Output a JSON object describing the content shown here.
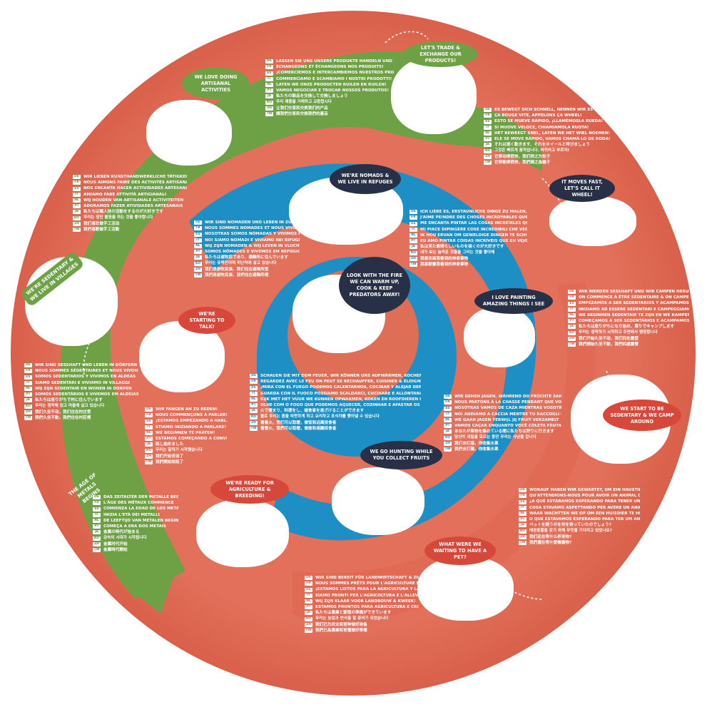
{
  "colors": {
    "outer_ring": "#e2705a",
    "green_path": "#6ea146",
    "blue_path": "#1d8fc4",
    "inner_disc": "#de6e55",
    "bubble_dark": "#273046",
    "bubble_red": "#d8483a"
  },
  "bubbles": {
    "trade": "LET'S TRADE & EXCHANGE OUR PRODUCTS!",
    "artisanal": "WE LOVE DOING ARTISANAL ACTIVITIES",
    "wheel": "IT MOVES FAST, LET'S CALL IT WHEEL!",
    "nomads": "WE'RE NOMADS & WE LIVE IN REFUGES",
    "fire": "LOOK WITH THE FIRE WE CAN WARM UP, COOK & KEEP PREDATORS AWAY!",
    "painting": "I LOVE PAINTING AMAZING THINGS I SEE",
    "talk": "WE'RE STARTING TO TALK!",
    "hunting": "WE GO HUNTING WHILE YOU COLLECT FRUITS",
    "agriculture": "WE'RE READY FOR AGRICULTURE & BREEDING!",
    "pet": "WHAT WERE WE WAITING TO HAVE A PET?",
    "sedentary_camp": "WE START TO BE SEDENTARY & WE CAMP AROUND",
    "villages": "WE'RE SEDENTARY & WE LIVE IN VILLAGES",
    "metals": "THE AGE OF METALS BEGINS"
  },
  "panels": [
    {
      "id": "trade",
      "style": "green",
      "lines": [
        {
          "tag": "DE",
          "text": "LASSEN SIE UNS UNSERE PRODUKTE HANDELN UND TAUSCHEN!"
        },
        {
          "tag": "FR",
          "text": "ÉCHANGEONS ET ÉCHANGEONS NOS PRODUITS!"
        },
        {
          "tag": "ES",
          "text": "¡COMERCIEMOS E INTERCAMBIEMOS NUESTROS PRODUCTOS!"
        },
        {
          "tag": "IT",
          "text": "COMMERCIAMO E SCAMBIAMO I NOSTRI PRODOTTI!"
        },
        {
          "tag": "NL",
          "text": "LATEN WE ONZE PRODUCTEN RUILEN EN RUILEN!"
        },
        {
          "tag": "PT",
          "text": "VAMOS NEGOCIAR E TROCAR NOSSOS PRODUTOS!"
        },
        {
          "tag": "JA",
          "text": "私たちの製品を交換して交換しましょう"
        },
        {
          "tag": "KO",
          "text": "우리 제품을 거래하고 교환합시다"
        },
        {
          "tag": "ZH",
          "text": "让我们交易和交换我们的产品"
        },
        {
          "tag": "TW",
          "text": "讓我們交易和交換我們的產品"
        }
      ]
    },
    {
      "id": "wheel",
      "style": "green",
      "lines": [
        {
          "tag": "DE",
          "text": "ES BEWEGT SICH SCHNELL, NENNEN WIR ES RAD!"
        },
        {
          "tag": "FR",
          "text": "ÇA BOUGE VITE, APPELONS ÇA WHEEL!"
        },
        {
          "tag": "ES",
          "text": "ESTO SE MUEVE RÁPIDO, ¡LLAMÉMOSLA RUEDA!"
        },
        {
          "tag": "IT",
          "text": "SI MUOVE VELOCE, CHIAMIAMOLA RUOTA!"
        },
        {
          "tag": "NL",
          "text": "HET BEWEEGT SNEL, LATEN WE HET WIEL NOEMEN!"
        },
        {
          "tag": "PT",
          "text": "ELE SE MOVE RÁPIDO, VAMOS CHAMÁ-LO DE RODA!"
        },
        {
          "tag": "JA",
          "text": "それは速く動きます、それをホイールと呼びましょう"
        },
        {
          "tag": "KO",
          "text": "그것은 빠르게 움직입니다. 바퀴라고 부르자!"
        },
        {
          "tag": "ZH",
          "text": "它移动得很快，我们称之为轮子"
        },
        {
          "tag": "TW",
          "text": "它移動得很快，我們稱之為輪子"
        }
      ]
    },
    {
      "id": "artisanal",
      "style": "green",
      "lines": [
        {
          "tag": "DE",
          "text": "WIR LIEBEN KUNSTHANDWERKLICHE TÄTIGKEITEN"
        },
        {
          "tag": "FR",
          "text": "NOUS AIMONS FAIRE DES ACTIVITÉS ARTISANALES"
        },
        {
          "tag": "ES",
          "text": "NOS ENCANTA HACER ACTIVIDADES ARTESANALES"
        },
        {
          "tag": "IT",
          "text": "AMIAMO FARE ATTIVITÀ ARTIGIANALI"
        },
        {
          "tag": "NL",
          "text": "WIJ HOUDEN VAN ARTISANALE ACTIVITEITEN"
        },
        {
          "tag": "PT",
          "text": "ADORAMOS FAZER ATIVIDADES ARTESANAIS"
        },
        {
          "tag": "JA",
          "text": "私たちは職人技の活動をするのが大好きです"
        },
        {
          "tag": "KO",
          "text": "우리는 장인 활동을 하는 것을 좋아합니다"
        },
        {
          "tag": "ZH",
          "text": "我们喜欢做手工活动"
        },
        {
          "tag": "TW",
          "text": "我們喜歡做手工活動"
        }
      ]
    },
    {
      "id": "nomads",
      "style": "blue",
      "lines": [
        {
          "tag": "DE",
          "text": "WIR SIND NOMADEN UND LEBEN IN ZUFLUCHTEN"
        },
        {
          "tag": "FR",
          "text": "NOUS SOMMES NOMADES ET NOUS VIVONS DANS DES REFUGES"
        },
        {
          "tag": "ES",
          "text": "NOSOTRAS SOMOS NÓMADAS Y VIVIMOS EN REFUGIOS"
        },
        {
          "tag": "IT",
          "text": "NOI SIAMO NOMADI E VIVIAMO NEI RIFUGI"
        },
        {
          "tag": "NL",
          "text": "WIJ ZIJN NOMADEN & WIJ LEVEN IN VLUCHTEN"
        },
        {
          "tag": "PT",
          "text": "SOMOS NÔMADES E VIVEMOS EM REFÚGIOS"
        },
        {
          "tag": "JA",
          "text": "私たちは遊牧民であり、避難所に住んでいます"
        },
        {
          "tag": "KO",
          "text": "우리는 유목민이며 피난처에 살고 있습니다"
        },
        {
          "tag": "ZH",
          "text": "我们是游牧民族，我们住在避难所里"
        },
        {
          "tag": "TW",
          "text": "我們是遊牧民族，我們住在避難所裡"
        }
      ]
    },
    {
      "id": "painting",
      "style": "blue",
      "lines": [
        {
          "tag": "DE",
          "text": "ICH LIEBE ES, ERSTAUNLICHE DINGE ZU MALEN, DIE ICH SEHE"
        },
        {
          "tag": "FR",
          "text": "J'AIME PEINDRE DES CHOSES INCROYABLES QUE JE VOIS"
        },
        {
          "tag": "ES",
          "text": "ME ENCANTA PINTAR LAS COSAS INCREÍBLES QUE VEO"
        },
        {
          "tag": "IT",
          "text": "MI PIACE DIPINGERE COSE INCREDIBILI CHE VEDO"
        },
        {
          "tag": "NL",
          "text": "IK HOU ERVAN OM GEWELDIGE DINGEN TE SCHILDEREN DIE IK ZIE"
        },
        {
          "tag": "PT",
          "text": "EU AMO PINTAR COISAS INCRÍVEIS QUE EU VEJO"
        },
        {
          "tag": "JA",
          "text": "私は見た素晴らしいものを描くのが大好きです"
        },
        {
          "tag": "KO",
          "text": "내가 보는 놀라운 것들을 그리는 것을 좋아해"
        },
        {
          "tag": "ZH",
          "text": "我喜欢画我看到的神奇事物"
        },
        {
          "tag": "TW",
          "text": "我喜歡畫我看到的神奇事物"
        }
      ]
    },
    {
      "id": "sedentary_camp",
      "style": "orange",
      "lines": [
        {
          "tag": "DE",
          "text": "WIR WERDEN SESSHAFT UND WIR CAMPEN HERUM"
        },
        {
          "tag": "FR",
          "text": "ON COMMENCE À ÊTRE SÉDENTAIRE & ON CAMPE AUTOUR"
        },
        {
          "tag": "ES",
          "text": "EMPEZAMOS A SER SEDENTARIOS Y ACAMPAMOS POR AHÍ"
        },
        {
          "tag": "IT",
          "text": "INIZIAMO AD ESSERE SEDENTARI E CAMPEGGIAMO IN GIRO"
        },
        {
          "tag": "NL",
          "text": "WE BEGINNEN SEDENTAIR TE ZIJN EN WE KAMPEREN ROND"
        },
        {
          "tag": "PT",
          "text": "COMEÇAMOS A SER SEDENTÁRIOS E ACAMPAMOS AO REDOR"
        },
        {
          "tag": "JA",
          "text": "私たちは座りがちになり始め、周りでキャンプします"
        },
        {
          "tag": "KO",
          "text": "우리는 정착하기 시작하고 주변에서 캠핑합니다"
        },
        {
          "tag": "ZH",
          "text": "我们开始久坐不动，我们四处露营"
        },
        {
          "tag": "TW",
          "text": "我們開始久坐不動，我們四處露營"
        }
      ]
    },
    {
      "id": "villages",
      "style": "green",
      "lines": [
        {
          "tag": "DE",
          "text": "WIR SIND SESSHAFT UND LEBEN IN DÖRFERN"
        },
        {
          "tag": "FR",
          "text": "NOUS SOMMES SÉDENTAIRES ET NOUS VIVONS DANS DES VILLAGES"
        },
        {
          "tag": "ES",
          "text": "SOMOS SEDENTARIOS Y VIVIMOS EN ALDEAS"
        },
        {
          "tag": "IT",
          "text": "SIAMO SEDENTARI E VIVIAMO IN VILLAGGI"
        },
        {
          "tag": "NL",
          "text": "WIJ ZIJN SEDENTAIR EN WONEN IN DORPEN"
        },
        {
          "tag": "PT",
          "text": "SOMOS SEDENTÁRIOS E VIVEMOS EM ALDEIAS"
        },
        {
          "tag": "JA",
          "text": "私たちは座りがちで村に住んでいます"
        },
        {
          "tag": "KO",
          "text": "우리는 정착해 있고 마을에 살고 있습니다"
        },
        {
          "tag": "ZH",
          "text": "我们久坐不动，我们住在村庄里"
        },
        {
          "tag": "TW",
          "text": "我們久坐不動，我們住在村莊裡"
        }
      ]
    },
    {
      "id": "fire",
      "style": "blue",
      "lines": [
        {
          "tag": "DE",
          "text": "SCHAUEN SIE MIT DEM FEUER, WIR KÖNNEN UNS AUFWÄRMEN, KOCHEN UND RAUBTIERE FERNHALTEN!"
        },
        {
          "tag": "FR",
          "text": "REGARDEZ AVEC LE FEU ON PEUT SE RÉCHAUFFER, CUISINER & ÉLOIGNER LES PRÉDATEURS !"
        },
        {
          "tag": "ES",
          "text": "¡MIRA CON EL FUEGO PODEMOS CALENTARNOS, COCINAR Y ALEJAR DEPREDADORES!"
        },
        {
          "tag": "IT",
          "text": "GUARDA CON IL FUOCO POSSIAMO SCALDARCI, CUCINARE E ALLONTANARE I PREDATORI!"
        },
        {
          "tag": "NL",
          "text": "KIJK MET HET VUUR WE KUNNEN OPWARMEN, KOKEN EN ROOFDIEREN OP AFSTAND HOUDEN!"
        },
        {
          "tag": "PT",
          "text": "OLHE COM O FOGO QUE PODEMOS AQUECER, COZINHAR E AFASTAR OS PREDADORES!"
        },
        {
          "tag": "JA",
          "text": "火で暖まり、料理をし、捕食者を遠ざけることができます"
        },
        {
          "tag": "KO",
          "text": "불로 우리는 몸을 따뜻하게 하고 요리하고 포식자를 쫓아낼 수 있습니다"
        },
        {
          "tag": "ZH",
          "text": "看着火，我们可以取暖，做饭和远离掠食者"
        },
        {
          "tag": "TW",
          "text": "看著火，我們可以取暖，做飯和遠離掠食者"
        }
      ]
    },
    {
      "id": "talk",
      "style": "orange",
      "lines": [
        {
          "tag": "DE",
          "text": "WIR FANGEN AN ZU REDEN!"
        },
        {
          "tag": "FR",
          "text": "NOUS COMMENÇONS À PARLER!"
        },
        {
          "tag": "ES",
          "text": "¡ESTAMOS EMPEZANDO A HABLAR!"
        },
        {
          "tag": "IT",
          "text": "STIAMO INIZIANDO A PARLARE!"
        },
        {
          "tag": "NL",
          "text": "WE BEGINNEN TE PRATEN!"
        },
        {
          "tag": "PT",
          "text": "ESTAMOS COMEÇANDO A CONVERSAR!"
        },
        {
          "tag": "JA",
          "text": "話し始めました"
        },
        {
          "tag": "KO",
          "text": "우리는 말하기 시작했습니다"
        },
        {
          "tag": "ZH",
          "text": "我们开始说话了"
        },
        {
          "tag": "TW",
          "text": "我們開始說話了"
        }
      ]
    },
    {
      "id": "hunting",
      "style": "blue",
      "lines": [
        {
          "tag": "DE",
          "text": "WIR GEHEN JAGEN, WÄHREND DU FRÜCHTE SAMMELST"
        },
        {
          "tag": "FR",
          "text": "NOUS PARTONS À LA CHASSE PENDANT QUE VOUS RAMASSEZ DES FRUITS"
        },
        {
          "tag": "ES",
          "text": "NOSOTRAS VAMOS DE CAZA MIENTRAS VOSOTROS RECOGÉIS FRUTOS"
        },
        {
          "tag": "IT",
          "text": "NOI ANDIAMO A CACCIA MENTRE TU RACCOGLI FRUTTI"
        },
        {
          "tag": "NL",
          "text": "WE GAAN JAGEN TERWIJL JIJ FRUIT VERZAMELT"
        },
        {
          "tag": "PT",
          "text": "VAMOS CAÇAR ENQUANTO VOCÊ COLETA FRUTAS"
        },
        {
          "tag": "JA",
          "text": "あなたが果物を集めている間に私たちは狩りに行きます"
        },
        {
          "tag": "KO",
          "text": "당신이 과일을 모으는 동안 우리는 사냥을 갑니다"
        },
        {
          "tag": "ZH",
          "text": "我们去打猎，你收集水果"
        },
        {
          "tag": "TW",
          "text": "我們去打獵，你收集水果"
        }
      ]
    },
    {
      "id": "pet",
      "style": "orange",
      "lines": [
        {
          "tag": "DE",
          "text": "WORAUF HABEN WIR GEWARTET, UM EIN HAUSTIER ZU HABEN?"
        },
        {
          "tag": "FR",
          "text": "QU'ATTENDIONS-NOUS POUR AVOIR UN ANIMAL DE COMPAGNIE?"
        },
        {
          "tag": "ES",
          "text": "¿A QUÉ ESTÁBAMOS ESPERANDO PARA TENER UNA MASCOTA?"
        },
        {
          "tag": "IT",
          "text": "COSA STAVAMO ASPETTANDO PER AVERE UN ANIMALE DOMESTICO?"
        },
        {
          "tag": "NL",
          "text": "WAAR WACHTTEN WE OP OM EEN HUISDIER TE HEBBEN?"
        },
        {
          "tag": "PT",
          "text": "O QUE ESTÁVAMOS ESPERANDO PARA TER UM ANIMAL DE ESTIMAÇÃO?"
        },
        {
          "tag": "JA",
          "text": "ペットを飼うのを何を待っていたのでしょう?"
        },
        {
          "tag": "KO",
          "text": "애완동물을 갖기 위해 무엇을 기다리고 있었나요?"
        },
        {
          "tag": "ZH",
          "text": "我们还在等什么养宠物?"
        },
        {
          "tag": "TW",
          "text": "我們還在等什麼養寵物?"
        }
      ]
    },
    {
      "id": "metals",
      "style": "green",
      "lines": [
        {
          "tag": "DE",
          "text": "DAS ZEITALTER DER METALLE BEGINNT"
        },
        {
          "tag": "FR",
          "text": "L'ÂGE DES MÉTAUX COMMENCE"
        },
        {
          "tag": "ES",
          "text": "COMIENZA LA EDAD DE LOS METALES"
        },
        {
          "tag": "IT",
          "text": "INIZIA L'ETÀ DEI METALLI"
        },
        {
          "tag": "NL",
          "text": "DE LEEFTIJD VAN METALEN BEGINT"
        },
        {
          "tag": "PT",
          "text": "COMEÇA A ERA DOS METAIS"
        },
        {
          "tag": "JA",
          "text": "金属の時代が始まる"
        },
        {
          "tag": "KO",
          "text": "금속의 시대가 시작됩니다"
        },
        {
          "tag": "ZH",
          "text": "金属时代开始"
        },
        {
          "tag": "TW",
          "text": "金屬時代開始"
        }
      ]
    },
    {
      "id": "agriculture",
      "style": "orange",
      "lines": [
        {
          "tag": "DE",
          "text": "WIR SIND BEREIT FÜR LANDWIRTSCHAFT & ZUCHT!"
        },
        {
          "tag": "FR",
          "text": "NOUS SOMMES PRÊTS POUR L'AGRICULTURE ET L'ÉLEVAGE !"
        },
        {
          "tag": "ES",
          "text": "¡ESTAMOS LISTOS PARA LA AGRICULTURA Y LA GANADERÍA!"
        },
        {
          "tag": "IT",
          "text": "SIAMO PRONTI PER L'AGRICOLTURA E L'ALLEVAMENTO!"
        },
        {
          "tag": "NL",
          "text": "WIJ ZIJN KLAAR VOOR LANDBOUW & KWEEK!"
        },
        {
          "tag": "PT",
          "text": "ESTAMOS PRONTOS PARA AGRICULTURA E CRIAÇÃO!"
        },
        {
          "tag": "JA",
          "text": "私たちは農業と繁殖の準備ができています"
        },
        {
          "tag": "KO",
          "text": "우리는 농업과 번식을 할 준비가 되었습니다"
        },
        {
          "tag": "ZH",
          "text": "我们已为农业和育种做好准备"
        },
        {
          "tag": "TW",
          "text": "我們已為農業和育種做好準備"
        }
      ]
    }
  ]
}
